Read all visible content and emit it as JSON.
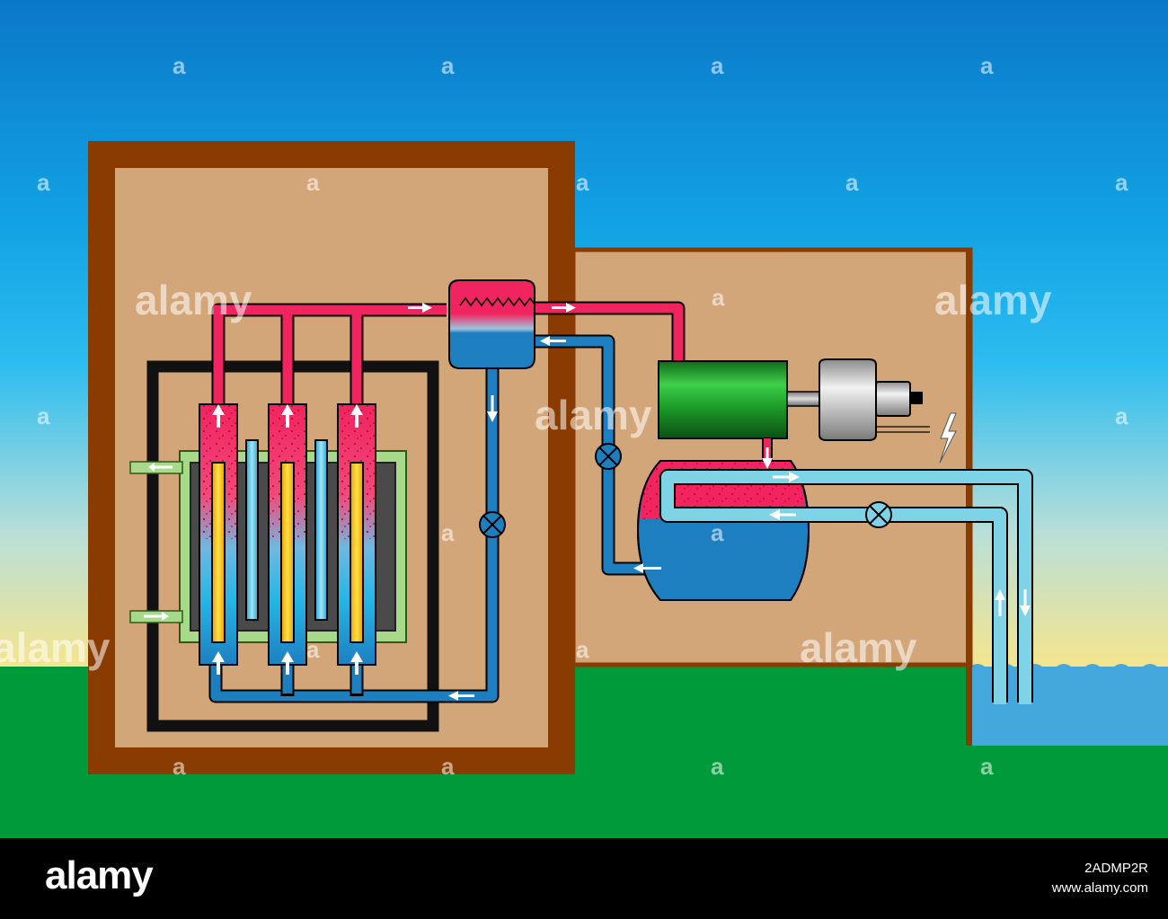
{
  "watermark": {
    "text": "alamy",
    "mark": "a"
  },
  "footer": {
    "logo": "alamy",
    "image_id": "2ADMP2R",
    "site": "www.alamy.com"
  },
  "colors": {
    "sky_top": "#0a78c8",
    "sky_mid": "#1cb7ee",
    "sky_low": "#f2e694",
    "ground": "#009a3a",
    "containment_wall": "#8a3c00",
    "building_fill": "#d2a679",
    "hot_coolant": "#f0245e",
    "cool_coolant": "#1e7fc0",
    "condenser_water": "#7fd3e6",
    "turbine": "#1f9d2e",
    "generator": "#c8c8c8",
    "moderator": "#4a4a4a",
    "reflector": "#a7d98a",
    "fuel_rod": "#f5c800",
    "sea": "#45a8dc"
  },
  "icons": [
    "valve-icon",
    "lightning-icon",
    "flow-arrow-icon"
  ]
}
